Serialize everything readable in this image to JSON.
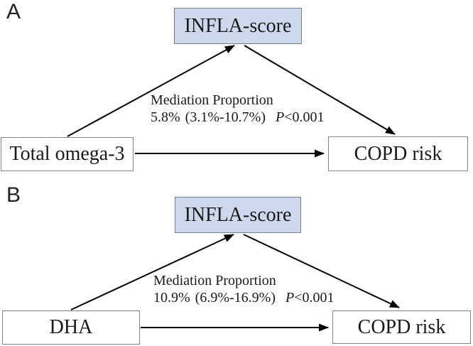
{
  "figure": {
    "background": "#ffffff",
    "colors": {
      "mediator_fill": "#cdd8ec",
      "box_border": "#828282",
      "arrow": "#000000",
      "text": "#1a1a1a"
    },
    "panels": [
      {
        "label": "A",
        "mediator": "INFLA-score",
        "exposure": "Total omega-3",
        "outcome": "COPD risk",
        "mediation_title": "Mediation Proportion",
        "proportion": "5.8%",
        "ci": "(3.1%-10.7%)",
        "p_symbol": "P",
        "p_value": "<0.001"
      },
      {
        "label": "B",
        "mediator": "INFLA-score",
        "exposure": "DHA",
        "outcome": "COPD risk",
        "mediation_title": "Mediation Proportion",
        "proportion": "10.9%",
        "ci": "(6.9%-16.9%)",
        "p_symbol": "P",
        "p_value": "<0.001"
      }
    ]
  }
}
